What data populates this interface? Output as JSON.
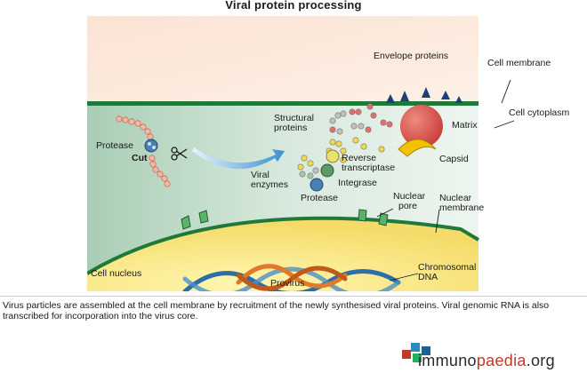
{
  "title": "Viral protein processing",
  "labels": {
    "envelope_proteins": "Envelope proteins",
    "cell_membrane": "Cell membrane",
    "cell_cytoplasm": "Cell cytoplasm",
    "matrix": "Matrix",
    "structural_proteins_line1": "Structural",
    "structural_proteins_line2": "proteins",
    "protease_left": "Protease",
    "cut": "Cut",
    "reverse_transcriptase_line1": "Reverse",
    "reverse_transcriptase_line2": "transcriptase",
    "capsid": "Capsid",
    "viral_enzymes_line1": "Viral",
    "viral_enzymes_line2": "enzymes",
    "integrase": "Integrase",
    "protease_bottom": "Protease",
    "nuclear_pore_line1": "Nuclear",
    "nuclear_pore_line2": "pore",
    "nuclear_membrane_line1": "Nuclear",
    "nuclear_membrane_line2": "membrane",
    "cell_nucleus": "Cell nucleus",
    "chromosomal_dna_line1": "Chromosomal",
    "chromosomal_dna_line2": "DNA",
    "provirus": "Provirus"
  },
  "caption": "Virus particles are assembled at the cell membrane by recruitment of the newly synthesised viral proteins. Viral genomic RNA is also transcribed for incorporation into the virus core.",
  "logo": {
    "part1": "immuno",
    "part2": "paedia",
    "part3": ".org"
  },
  "colors": {
    "membrane": "#1f7a3a",
    "matrix": "#d9534f",
    "capsid": "#f2c200",
    "nucleus": "#f7e27a",
    "cytoplasm": "#cfe3d4"
  }
}
